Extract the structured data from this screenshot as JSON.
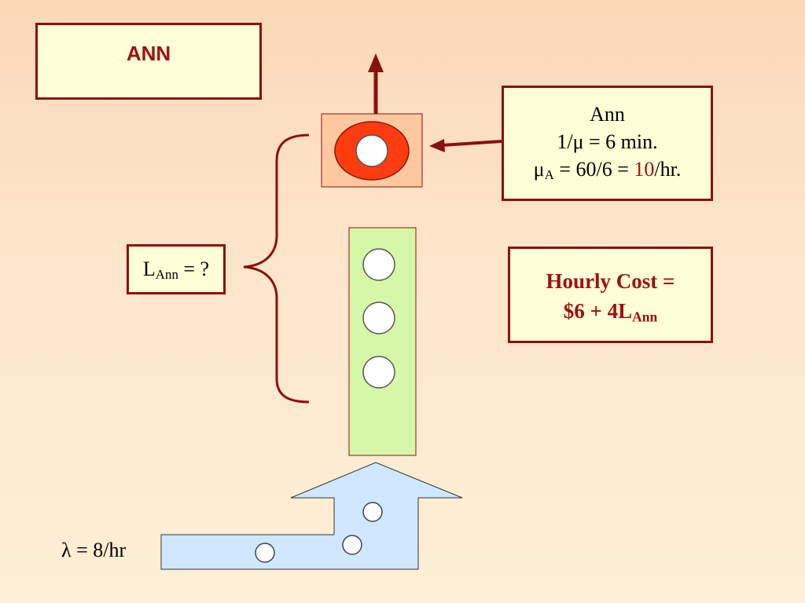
{
  "title": "ANN",
  "server_info": {
    "name": "Ann",
    "service_time": "1/μ = 6 min.",
    "rate_symbol": "μ",
    "rate_sub": "A",
    "rate_eq": " = 60/6 = ",
    "rate_value": "10",
    "rate_unit": "/hr."
  },
  "queue_length": {
    "symbol": "L",
    "sub": "Ann",
    "rest": " = ?"
  },
  "hourly_cost": {
    "line1": "Hourly Cost =",
    "line2_prefix": "$6 + 4L",
    "line2_sub": "Ann"
  },
  "arrival_rate": "λ = 8/hr",
  "colors": {
    "border": "#8b1010",
    "accent_red": "#a01010",
    "server_fill": "#fdc8a0",
    "server_ring": "#ff3c10",
    "queue_fill": "#d6f7a8",
    "arrival_fill": "#cfe8ff"
  }
}
